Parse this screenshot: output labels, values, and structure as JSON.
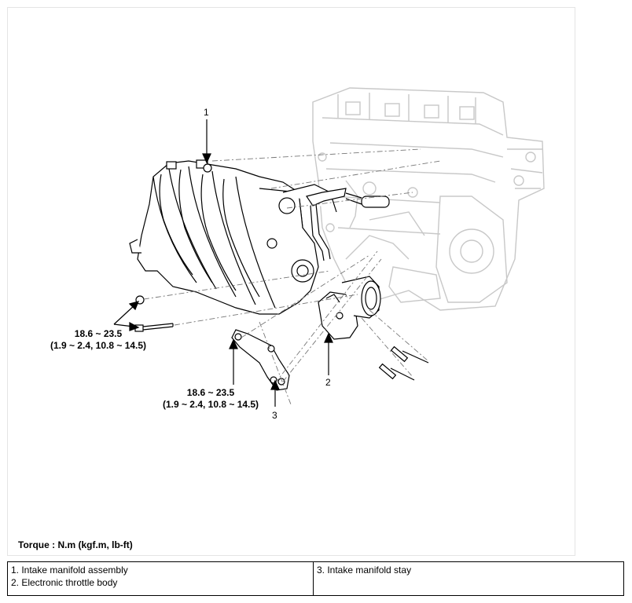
{
  "callouts": {
    "c1": "1",
    "c2": "2",
    "c3": "3"
  },
  "torque_specs": {
    "upper": {
      "line1": "18.6 ~ 23.5",
      "line2": "(1.9 ~ 2.4, 10.8 ~ 14.5)"
    },
    "lower": {
      "line1": "18.6 ~ 23.5",
      "line2": "(1.9 ~ 2.4, 10.8 ~ 14.5)"
    }
  },
  "torque_note": "Torque : N.m (kgf.m, lb-ft)",
  "legend": {
    "col1": [
      "1. Intake manifold assembly",
      "2. Electronic throttle body"
    ],
    "col2": [
      "3. Intake manifold stay"
    ]
  }
}
